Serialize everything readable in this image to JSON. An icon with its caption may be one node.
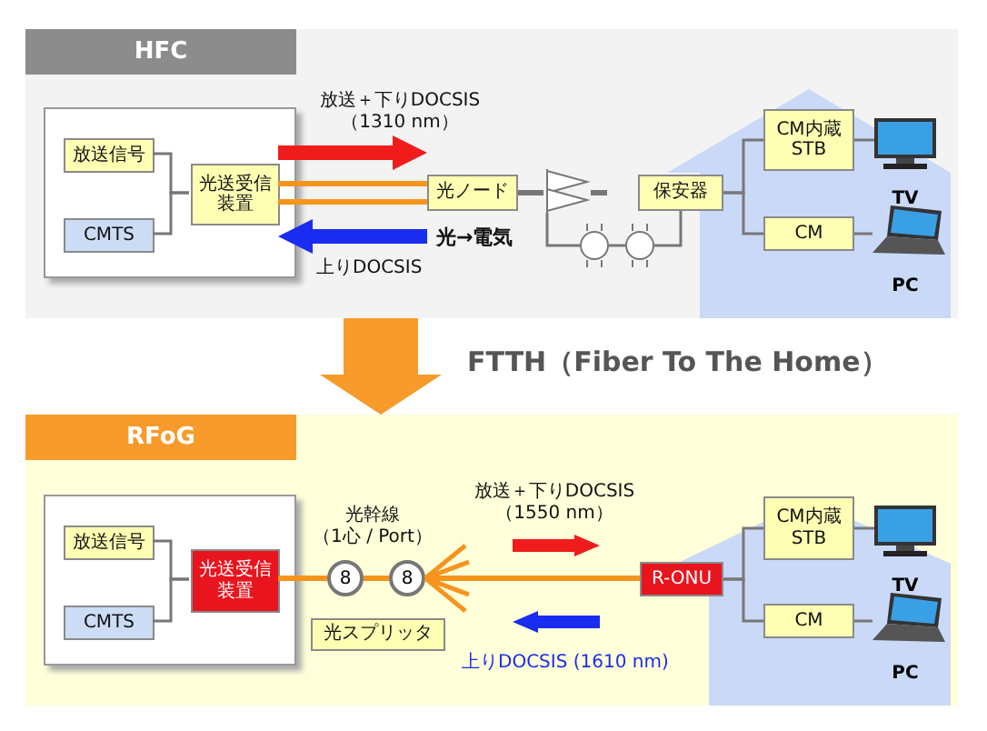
{
  "diagram": {
    "nodes": [
      {
        "text": [
          "HFC"
        ]
      },
      {
        "text": [],
        "shape": "box",
        "in": 0
      },
      {
        "text": [
          "放送信号"
        ],
        "in": 1
      },
      {
        "text": [
          "CMTS"
        ],
        "in": 1
      },
      {
        "text": [
          "光送受信装置"
        ],
        "in": 1
      },
      {
        "text": [
          "光ノード"
        ],
        "in": 0
      },
      {
        "text": [],
        "shape": "triangle",
        "in": 0
      },
      {
        "text": [],
        "shape": "circle",
        "in": 0
      },
      {
        "text": [],
        "shape": "circle",
        "in": 0
      },
      {
        "text": [
          "保安器"
        ],
        "in": 0
      },
      {
        "text": [
          "CM内蔵 STB"
        ],
        "in": 0
      },
      {
        "text": [
          "CM"
        ],
        "in": 0
      },
      {
        "text": [
          "TV"
        ],
        "in": 0
      },
      {
        "text": [
          "PC"
        ],
        "in": 0
      },
      {
        "text": [
          "RFoG"
        ]
      },
      {
        "text": [],
        "shape": "box",
        "in": 14
      },
      {
        "text": [
          "放送信号"
        ],
        "in": 15
      },
      {
        "text": [
          "CMTS"
        ],
        "in": 15
      },
      {
        "text": [
          "光送受信装置"
        ],
        "in": 15
      },
      {
        "text": [
          "8"
        ],
        "in": 14
      },
      {
        "text": [
          "8"
        ],
        "in": 14
      },
      {
        "text": [
          "光スプリッタ"
        ],
        "in": 14
      },
      {
        "text": [
          "R-ONU"
        ],
        "in": 14
      },
      {
        "text": [
          "CM内蔵 STB"
        ],
        "in": 14
      },
      {
        "text": [
          "CM"
        ],
        "in": 14
      },
      {
        "text": [
          "TV"
        ],
        "in": 14
      },
      {
        "text": [
          "PC"
        ],
        "in": 14
      }
    ],
    "edges": [
      {
        "from": 2,
        "to": 4,
        "arrow": "none"
      },
      {
        "from": 3,
        "to": 4,
        "arrow": "none"
      },
      {
        "from": 4,
        "to": 5,
        "arrow": "none",
        "style": "thick",
        "color": "#f7941d"
      },
      {
        "from": 4,
        "to": 5,
        "arrow": "none",
        "style": "thick",
        "color": "#f7941d"
      },
      {
        "from": 5,
        "to": 6,
        "arrow": "none",
        "style": "thick"
      },
      {
        "from": 6,
        "to": 7,
        "arrow": "none"
      },
      {
        "from": 7,
        "to": 8,
        "arrow": "none"
      },
      {
        "from": 9,
        "to": 8,
        "arrow": "none"
      },
      {
        "from": 9,
        "to": 10,
        "arrow": "none"
      },
      {
        "from": 9,
        "to": 11,
        "arrow": "none"
      },
      {
        "from": 10,
        "to": 12,
        "arrow": "none"
      },
      {
        "from": 11,
        "to": 13,
        "arrow": "none"
      },
      {
        "from": 16,
        "to": 18,
        "arrow": "none"
      },
      {
        "from": 17,
        "to": 18,
        "arrow": "none"
      },
      {
        "from": 18,
        "to": 19,
        "arrow": "none",
        "style": "thick",
        "color": "#f7941d"
      },
      {
        "from": 19,
        "to": 20,
        "arrow": "none",
        "style": "thick",
        "color": "#f7941d"
      },
      {
        "from": 20,
        "to": 22,
        "arrow": "none",
        "style": "thick",
        "color": "#f7941d"
      },
      {
        "from": 22,
        "to": 23,
        "arrow": "none"
      },
      {
        "from": 22,
        "to": 24,
        "arrow": "none"
      },
      {
        "from": 23,
        "to": 25,
        "arrow": "none"
      },
      {
        "from": 24,
        "to": 26,
        "arrow": "none"
      },
      {
        "from": 0,
        "to": 14,
        "arrow": "to",
        "label": "FTTH（Fiber To The Home）",
        "style": "thick",
        "color": "#f89b2a"
      },
      {
        "from": 4,
        "to": 5,
        "arrow": "to",
        "label": "放送＋下りDOCSIS （1310 nm）",
        "style": "thick",
        "color": "#f01c1c"
      },
      {
        "from": 5,
        "to": 4,
        "arrow": "to",
        "label": "上りDOCSIS",
        "style": "thick",
        "color": "#1a2cf0"
      }
    ],
    "labels": [
      "光→電気",
      "光幹線",
      "（1心 / Port）",
      "放送＋下りDOCSIS",
      "（1550 nm）",
      "上りDOCSIS (1610 nm)"
    ]
  }
}
